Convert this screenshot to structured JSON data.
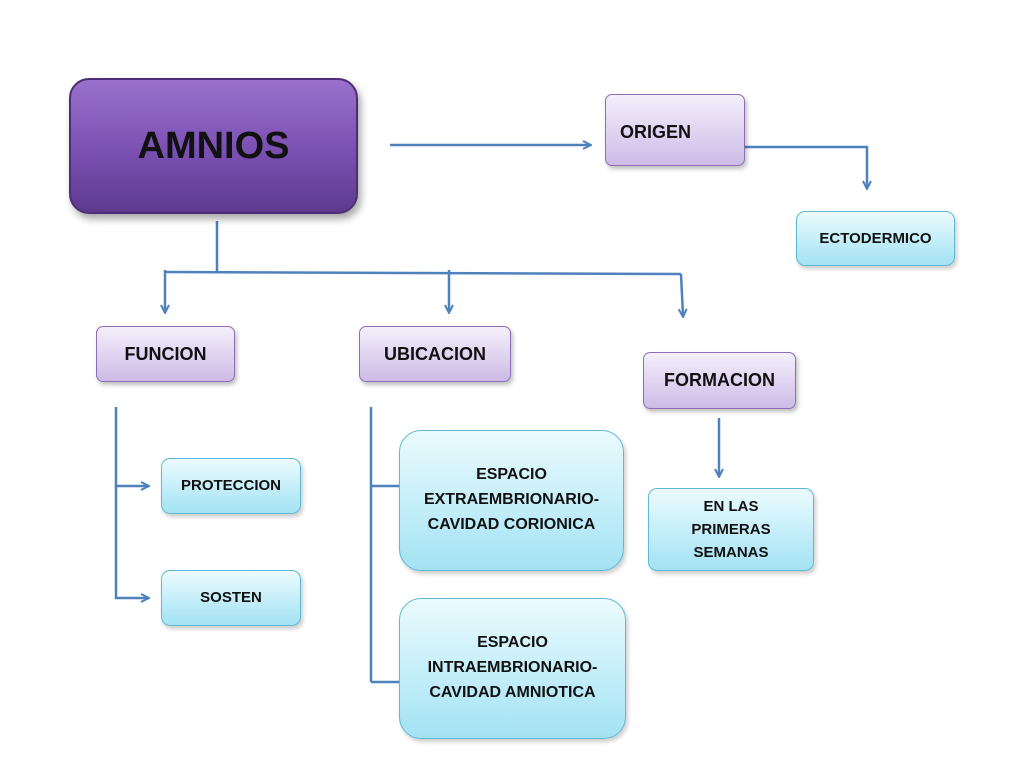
{
  "diagram": {
    "nodes": {
      "amnios": "AMNIOS",
      "origen": "ORIGEN",
      "ectodermico": "ECTODERMICO",
      "funcion": "FUNCION",
      "ubicacion": "UBICACION",
      "formacion": "FORMACION",
      "proteccion": "PROTECCION",
      "sosten": "SOSTEN",
      "extraembrionario": [
        "ESPACIO",
        "EXTRAEMBRIONARIO-",
        "CAVIDAD CORIONICA"
      ],
      "intraembrionario": [
        "ESPACIO",
        "INTRAEMBRIONARIO-",
        "CAVIDAD AMNIOTICA"
      ],
      "primeras_semanas": [
        "EN LAS",
        "PRIMERAS",
        "SEMANAS"
      ]
    },
    "edges": [
      {
        "from": "amnios",
        "to": "origen"
      },
      {
        "from": "origen",
        "to": "ectodermico"
      },
      {
        "from": "amnios",
        "to": "funcion"
      },
      {
        "from": "amnios",
        "to": "ubicacion"
      },
      {
        "from": "amnios",
        "to": "formacion"
      },
      {
        "from": "funcion",
        "to": "proteccion"
      },
      {
        "from": "funcion",
        "to": "sosten"
      },
      {
        "from": "ubicacion",
        "to": "extraembrionario"
      },
      {
        "from": "ubicacion",
        "to": "intraembrionario"
      },
      {
        "from": "formacion",
        "to": "primeras_semanas"
      }
    ],
    "colors": {
      "main_node": "#7a4fb2",
      "category_node": "#ddd0ef",
      "leaf_node": "#c3eef9",
      "connector": "#4f81bd"
    }
  }
}
